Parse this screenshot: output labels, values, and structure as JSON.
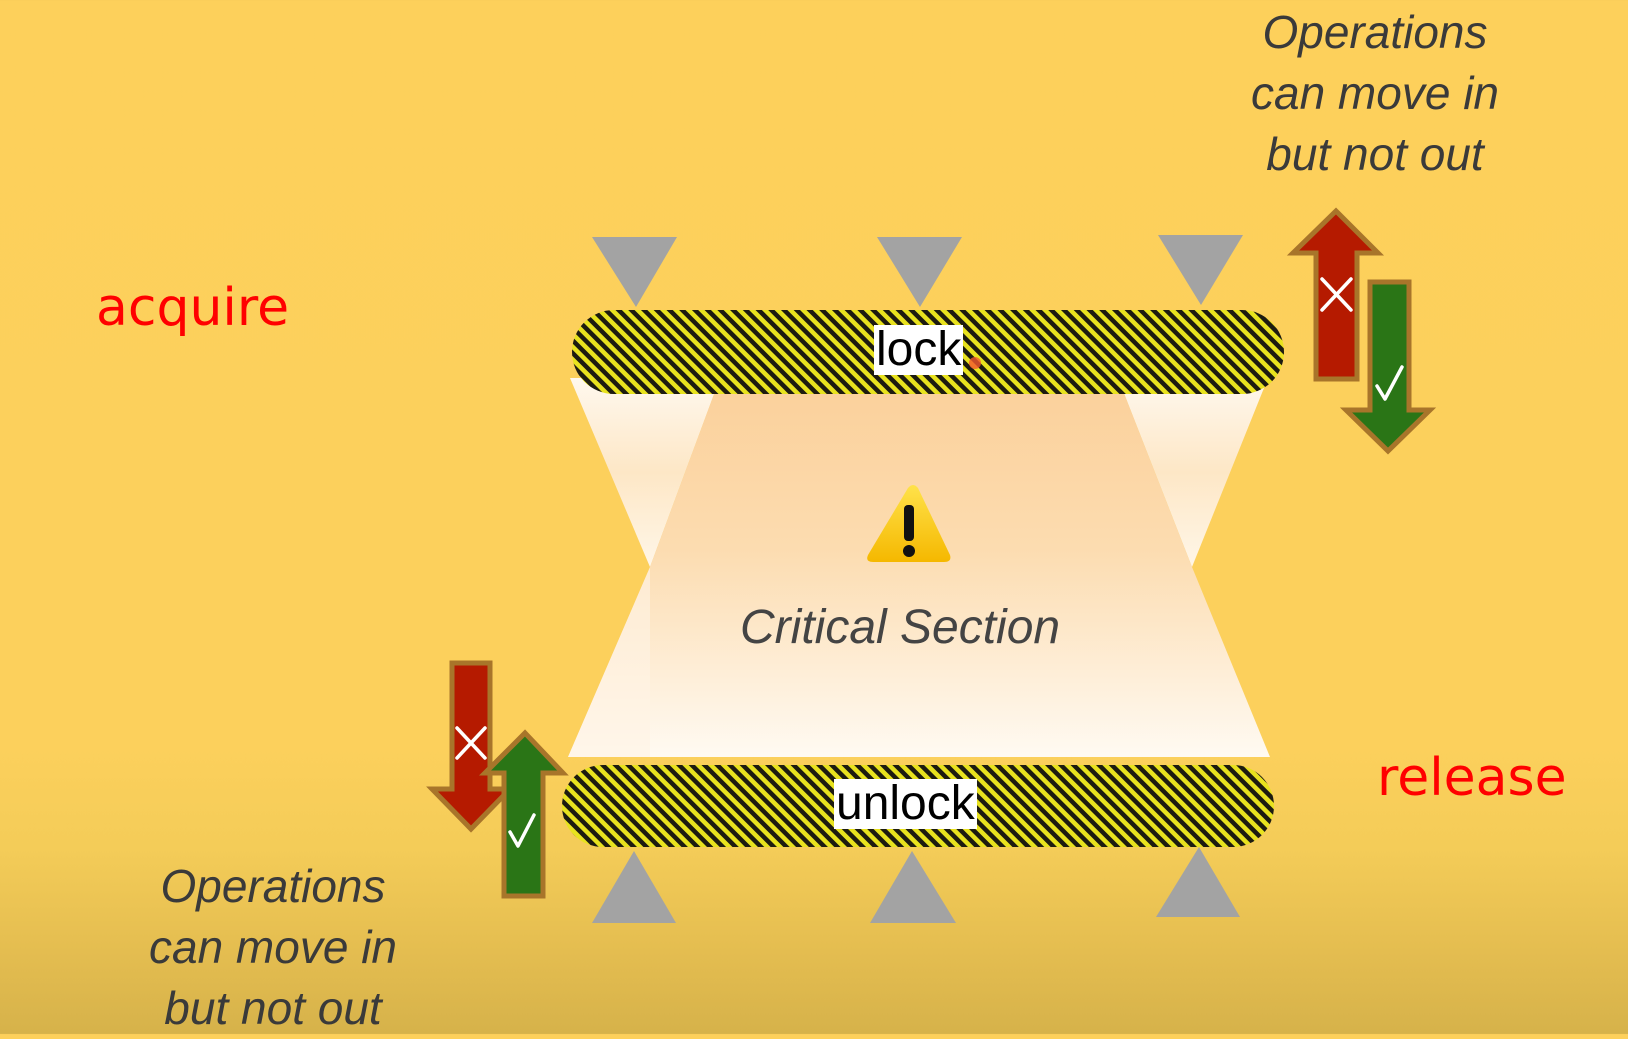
{
  "labels": {
    "acquire": "acquire",
    "release": "release",
    "lock": "lock",
    "unlock": "unlock",
    "critical_section": "Critical Section"
  },
  "notes": {
    "top_right": [
      "Operations",
      "can move in",
      "but not out"
    ],
    "bottom_left": [
      "Operations",
      "can move in",
      "but not out"
    ]
  },
  "arrows": {
    "top_right": [
      {
        "direction": "up",
        "color": "#b51a00",
        "mark": "cross",
        "meaning": "moving out not allowed"
      },
      {
        "direction": "down",
        "color": "#2a7516",
        "mark": "check",
        "meaning": "moving in allowed"
      }
    ],
    "bottom_left": [
      {
        "direction": "down",
        "color": "#b51a00",
        "mark": "cross",
        "meaning": "moving out not allowed"
      },
      {
        "direction": "up",
        "color": "#2a7516",
        "mark": "check",
        "meaning": "moving in allowed"
      }
    ]
  },
  "colors": {
    "accent_red": "#ff0000",
    "barrier_stripe_dark": "#1a1a10",
    "barrier_stripe_light": "#e6e020",
    "marker_gray": "#a0a0a0"
  }
}
